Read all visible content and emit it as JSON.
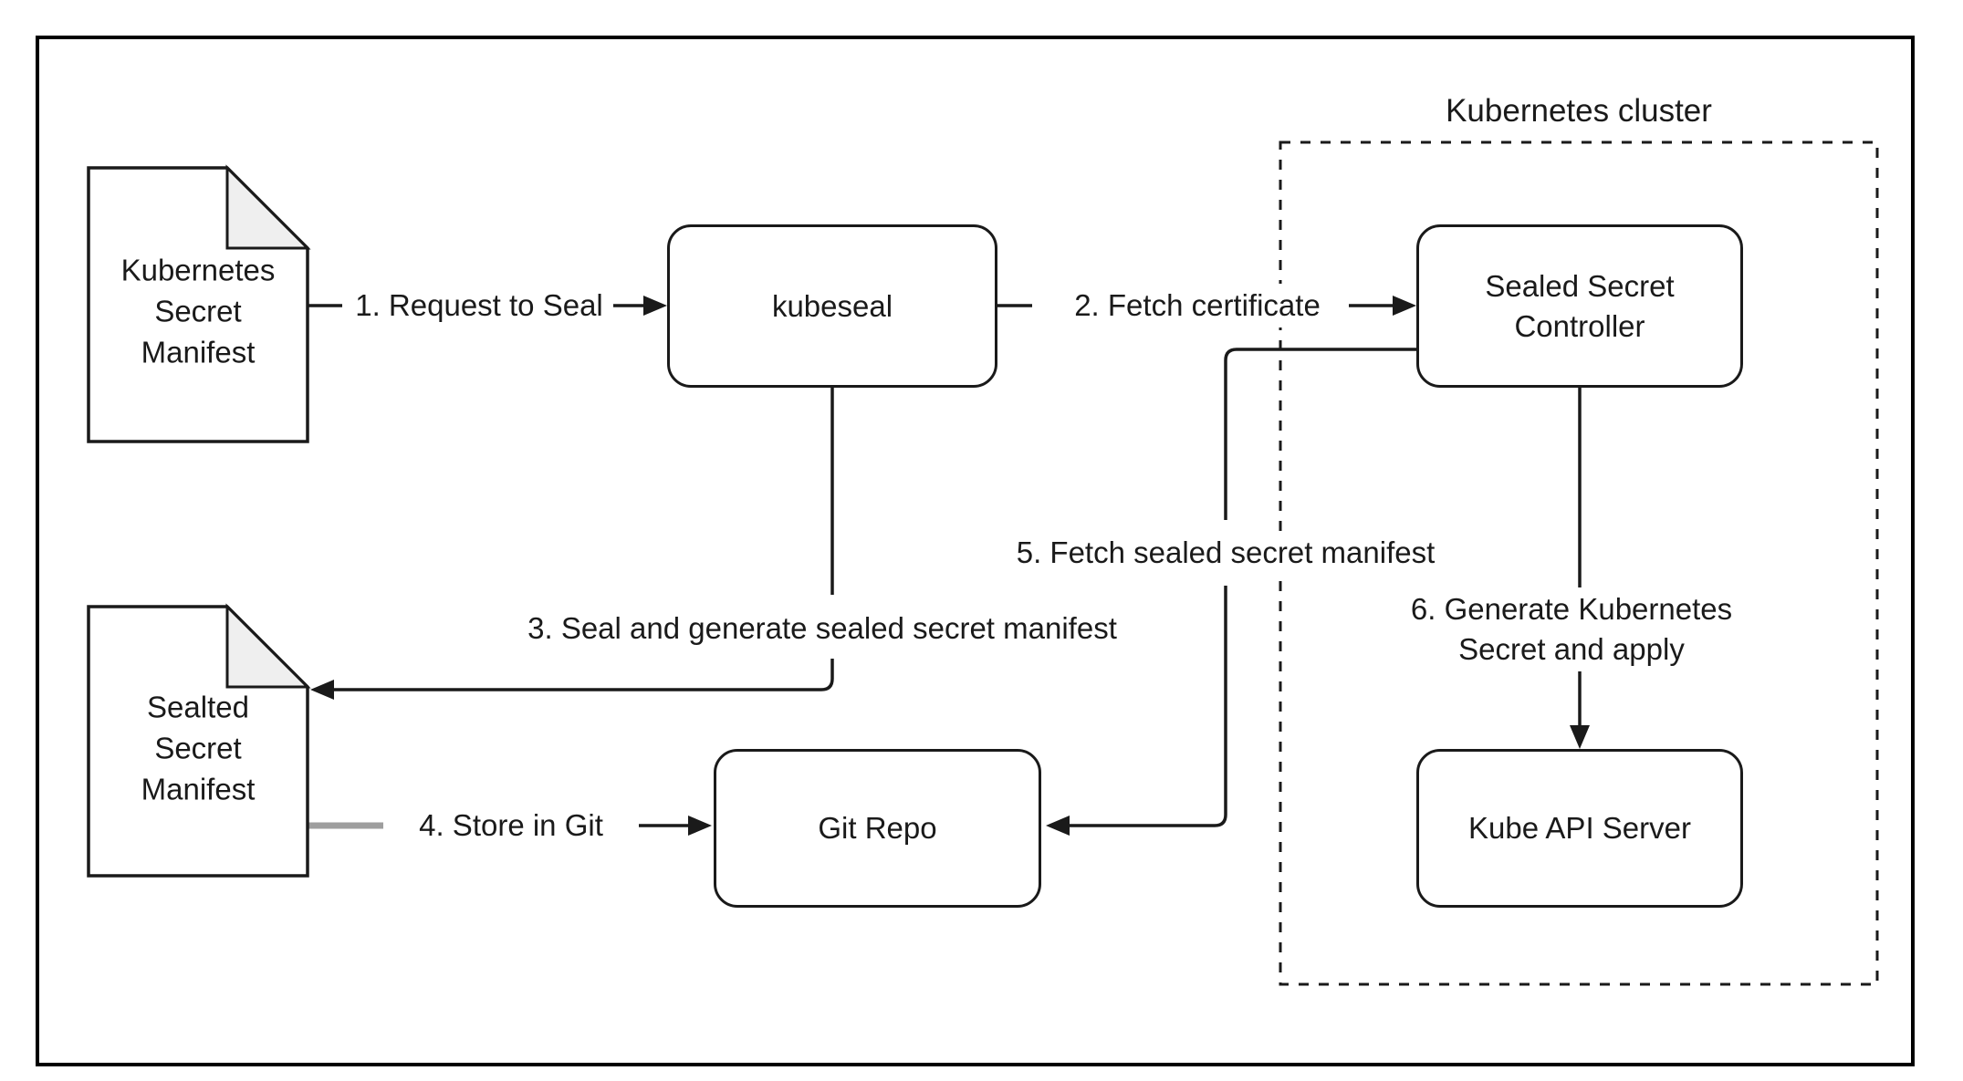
{
  "cluster": {
    "label": "Kubernetes cluster"
  },
  "nodes": {
    "kubernetes_secret_manifest": {
      "label": "Kubernetes\nSecret\nManifest",
      "type": "document"
    },
    "kubeseal": {
      "label": "kubeseal",
      "type": "process"
    },
    "sealed_secret_controller": {
      "label": "Sealed Secret\nController",
      "type": "process"
    },
    "sealted_secret_manifest": {
      "label": "Sealted\nSecret\nManifest",
      "type": "document"
    },
    "git_repo": {
      "label": "Git Repo",
      "type": "process"
    },
    "kube_api_server": {
      "label": "Kube API Server",
      "type": "process"
    }
  },
  "edges": {
    "e1": {
      "label": "1. Request to Seal",
      "from": "kubernetes_secret_manifest",
      "to": "kubeseal"
    },
    "e2": {
      "label": "2. Fetch certificate",
      "from": "kubeseal",
      "to": "sealed_secret_controller"
    },
    "e3": {
      "label": "3. Seal and generate sealed secret manifest",
      "from": "kubeseal",
      "to": "sealted_secret_manifest"
    },
    "e4": {
      "label": "4. Store in Git",
      "from": "sealted_secret_manifest",
      "to": "git_repo"
    },
    "e5": {
      "label": "5. Fetch sealed secret manifest",
      "from": "sealed_secret_controller",
      "to": "git_repo"
    },
    "e6": {
      "label": "6. Generate Kubernetes\nSecret and apply",
      "from": "sealed_secret_controller",
      "to": "kube_api_server"
    }
  },
  "colors": {
    "line": "#1a1a1a",
    "box_border": "#1a1a1a",
    "gray_connector": "#9e9e9e",
    "fold_fill": "#efefef",
    "background": "#ffffff"
  }
}
